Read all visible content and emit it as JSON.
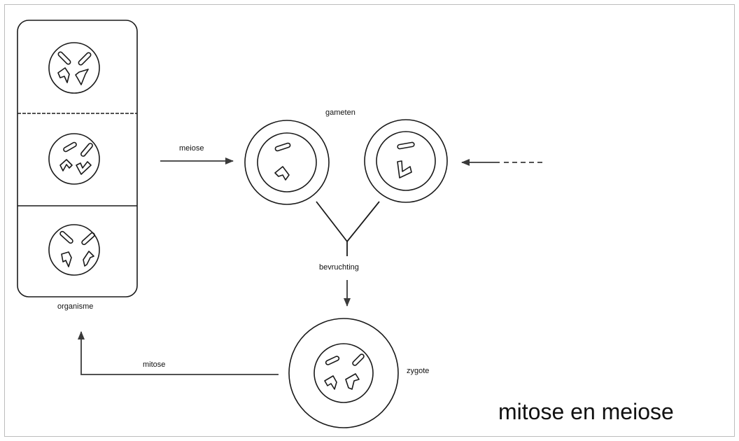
{
  "diagram": {
    "title": "mitose en meiose",
    "labels": {
      "organism": "organisme",
      "gametes": "gameten",
      "meiosis": "meiose",
      "fertilization": "bevruchting",
      "zygote": "zygote",
      "mitosis": "mitose"
    }
  },
  "colors": {
    "line": "#1a1a1a",
    "arrow": "#3a3a3a",
    "frame": "#bdbdbd"
  }
}
